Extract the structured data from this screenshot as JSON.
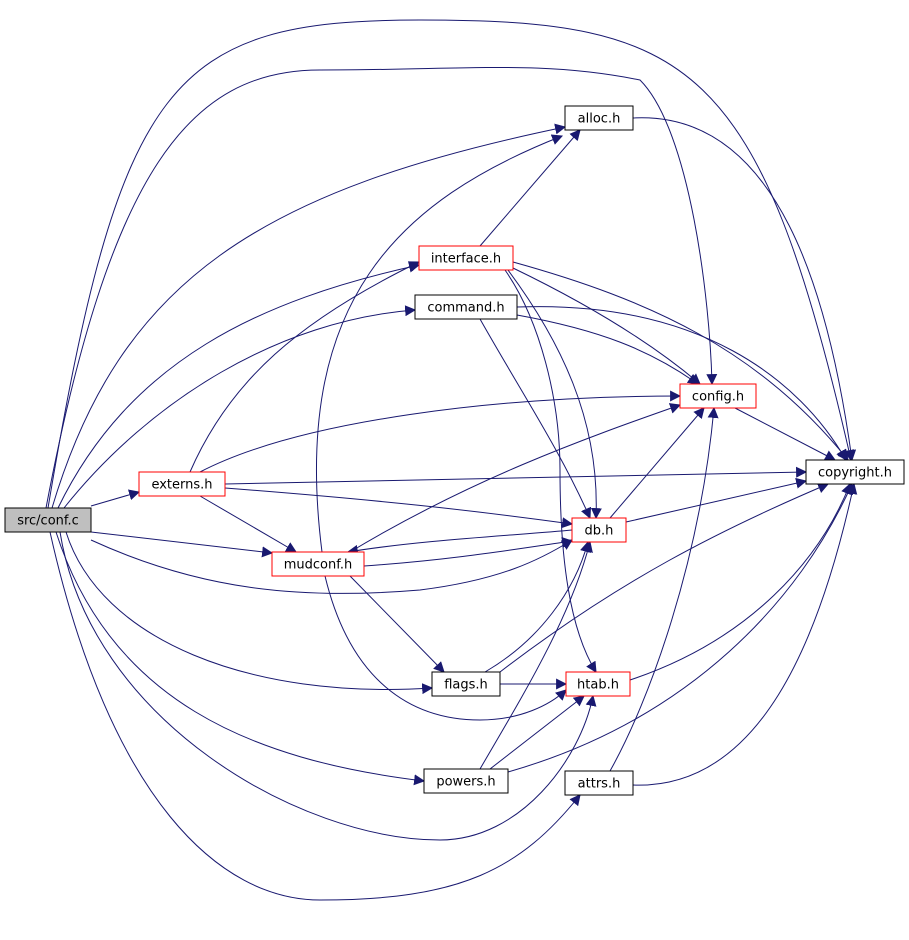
{
  "colors": {
    "edge": "#191970",
    "border_normal": "#000000",
    "border_truncated": "#ff0000",
    "fill_normal": "#ffffff",
    "fill_root": "#bfbfbf"
  },
  "nodes": [
    {
      "id": "conf_c",
      "label": "src/conf.c",
      "style": "root"
    },
    {
      "id": "externs_h",
      "label": "externs.h",
      "style": "truncated"
    },
    {
      "id": "interface_h",
      "label": "interface.h",
      "style": "truncated"
    },
    {
      "id": "command_h",
      "label": "command.h",
      "style": "normal"
    },
    {
      "id": "alloc_h",
      "label": "alloc.h",
      "style": "normal"
    },
    {
      "id": "config_h",
      "label": "config.h",
      "style": "truncated"
    },
    {
      "id": "copyright_h",
      "label": "copyright.h",
      "style": "normal"
    },
    {
      "id": "db_h",
      "label": "db.h",
      "style": "truncated"
    },
    {
      "id": "mudconf_h",
      "label": "mudconf.h",
      "style": "truncated"
    },
    {
      "id": "flags_h",
      "label": "flags.h",
      "style": "normal"
    },
    {
      "id": "htab_h",
      "label": "htab.h",
      "style": "truncated"
    },
    {
      "id": "powers_h",
      "label": "powers.h",
      "style": "normal"
    },
    {
      "id": "attrs_h",
      "label": "attrs.h",
      "style": "normal"
    }
  ],
  "edges": [
    [
      "conf_c",
      "copyright_h"
    ],
    [
      "conf_c",
      "config_h"
    ],
    [
      "conf_c",
      "alloc_h"
    ],
    [
      "conf_c",
      "interface_h"
    ],
    [
      "conf_c",
      "command_h"
    ],
    [
      "conf_c",
      "externs_h"
    ],
    [
      "conf_c",
      "mudconf_h"
    ],
    [
      "conf_c",
      "db_h"
    ],
    [
      "conf_c",
      "flags_h"
    ],
    [
      "conf_c",
      "htab_h"
    ],
    [
      "conf_c",
      "powers_h"
    ],
    [
      "conf_c",
      "attrs_h"
    ],
    [
      "externs_h",
      "interface_h"
    ],
    [
      "externs_h",
      "config_h"
    ],
    [
      "externs_h",
      "copyright_h"
    ],
    [
      "externs_h",
      "db_h"
    ],
    [
      "externs_h",
      "mudconf_h"
    ],
    [
      "interface_h",
      "alloc_h"
    ],
    [
      "interface_h",
      "copyright_h"
    ],
    [
      "interface_h",
      "config_h"
    ],
    [
      "interface_h",
      "db_h"
    ],
    [
      "interface_h",
      "htab_h"
    ],
    [
      "command_h",
      "config_h"
    ],
    [
      "command_h",
      "copyright_h"
    ],
    [
      "command_h",
      "db_h"
    ],
    [
      "alloc_h",
      "copyright_h"
    ],
    [
      "config_h",
      "copyright_h"
    ],
    [
      "db_h",
      "config_h"
    ],
    [
      "db_h",
      "copyright_h"
    ],
    [
      "db_h",
      "mudconf_h"
    ],
    [
      "mudconf_h",
      "alloc_h"
    ],
    [
      "mudconf_h",
      "config_h"
    ],
    [
      "mudconf_h",
      "db_h"
    ],
    [
      "mudconf_h",
      "flags_h"
    ],
    [
      "mudconf_h",
      "htab_h"
    ],
    [
      "flags_h",
      "db_h"
    ],
    [
      "flags_h",
      "htab_h"
    ],
    [
      "flags_h",
      "copyright_h"
    ],
    [
      "htab_h",
      "copyright_h"
    ],
    [
      "powers_h",
      "db_h"
    ],
    [
      "powers_h",
      "htab_h"
    ],
    [
      "powers_h",
      "copyright_h"
    ],
    [
      "attrs_h",
      "config_h"
    ],
    [
      "attrs_h",
      "copyright_h"
    ]
  ]
}
